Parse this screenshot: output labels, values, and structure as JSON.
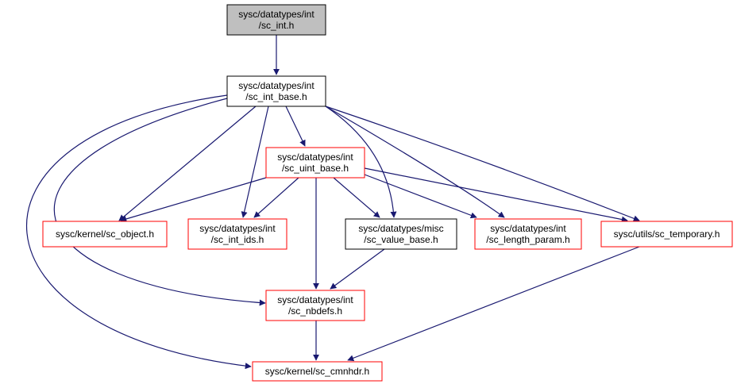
{
  "colors": {
    "edge": "#191970",
    "focus_fill": "#bfbfbf",
    "focus_border": "#000000",
    "normal_border": "#000000",
    "truncated_border": "#ff0000",
    "node_fill": "#ffffff"
  },
  "nodes": [
    {
      "id": "sc_int",
      "lines": [
        "sysc/datatypes/int",
        "/sc_int.h"
      ],
      "style": "focus"
    },
    {
      "id": "sc_int_base",
      "lines": [
        "sysc/datatypes/int",
        "/sc_int_base.h"
      ],
      "style": "normal"
    },
    {
      "id": "sc_uint_base",
      "lines": [
        "sysc/datatypes/int",
        "/sc_uint_base.h"
      ],
      "style": "truncated"
    },
    {
      "id": "sc_object",
      "lines": [
        "sysc/kernel/sc_object.h"
      ],
      "style": "truncated"
    },
    {
      "id": "sc_int_ids",
      "lines": [
        "sysc/datatypes/int",
        "/sc_int_ids.h"
      ],
      "style": "truncated"
    },
    {
      "id": "sc_value_base",
      "lines": [
        "sysc/datatypes/misc",
        "/sc_value_base.h"
      ],
      "style": "normal"
    },
    {
      "id": "sc_length_param",
      "lines": [
        "sysc/datatypes/int",
        "/sc_length_param.h"
      ],
      "style": "truncated"
    },
    {
      "id": "sc_temporary",
      "lines": [
        "sysc/utils/sc_temporary.h"
      ],
      "style": "truncated"
    },
    {
      "id": "sc_nbdefs",
      "lines": [
        "sysc/datatypes/int",
        "/sc_nbdefs.h"
      ],
      "style": "truncated"
    },
    {
      "id": "sc_cmnhdr",
      "lines": [
        "sysc/kernel/sc_cmnhdr.h"
      ],
      "style": "truncated"
    }
  ],
  "edges": [
    {
      "from": "sc_int",
      "to": "sc_int_base"
    },
    {
      "from": "sc_int_base",
      "to": "sc_uint_base"
    },
    {
      "from": "sc_int_base",
      "to": "sc_object"
    },
    {
      "from": "sc_int_base",
      "to": "sc_int_ids"
    },
    {
      "from": "sc_int_base",
      "to": "sc_value_base"
    },
    {
      "from": "sc_int_base",
      "to": "sc_length_param"
    },
    {
      "from": "sc_int_base",
      "to": "sc_temporary"
    },
    {
      "from": "sc_int_base",
      "to": "sc_nbdefs"
    },
    {
      "from": "sc_int_base",
      "to": "sc_cmnhdr"
    },
    {
      "from": "sc_uint_base",
      "to": "sc_object"
    },
    {
      "from": "sc_uint_base",
      "to": "sc_int_ids"
    },
    {
      "from": "sc_uint_base",
      "to": "sc_value_base"
    },
    {
      "from": "sc_uint_base",
      "to": "sc_length_param"
    },
    {
      "from": "sc_uint_base",
      "to": "sc_temporary"
    },
    {
      "from": "sc_uint_base",
      "to": "sc_nbdefs"
    },
    {
      "from": "sc_value_base",
      "to": "sc_nbdefs"
    },
    {
      "from": "sc_nbdefs",
      "to": "sc_cmnhdr"
    },
    {
      "from": "sc_temporary",
      "to": "sc_cmnhdr"
    }
  ]
}
